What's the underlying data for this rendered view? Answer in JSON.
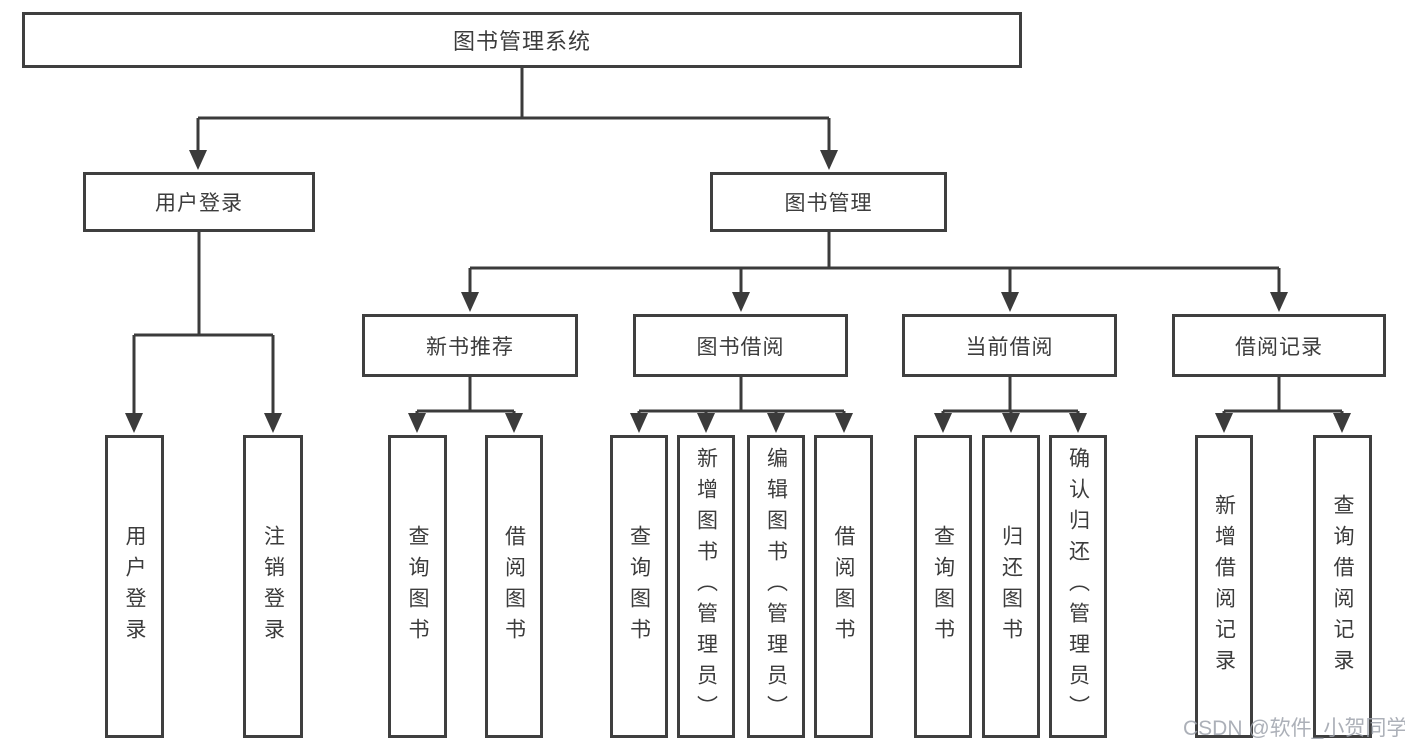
{
  "hierarchy": {
    "label": "图书管理系统",
    "children": [
      {
        "label": "用户登录",
        "children": [
          {
            "label": "用户登录"
          },
          {
            "label": "注销登录"
          }
        ]
      },
      {
        "label": "图书管理",
        "children": [
          {
            "label": "新书推荐",
            "children": [
              {
                "label": "查询图书"
              },
              {
                "label": "借阅图书"
              }
            ]
          },
          {
            "label": "图书借阅",
            "children": [
              {
                "label": "查询图书"
              },
              {
                "label": "新增图书（管理员）"
              },
              {
                "label": "编辑图书（管理员）"
              },
              {
                "label": "借阅图书"
              }
            ]
          },
          {
            "label": "当前借阅",
            "children": [
              {
                "label": "查询图书"
              },
              {
                "label": "归还图书"
              },
              {
                "label": "确认归还（管理员）"
              }
            ]
          },
          {
            "label": "借阅记录",
            "children": [
              {
                "label": "新增借阅记录"
              },
              {
                "label": "查询借阅记录"
              }
            ]
          }
        ]
      }
    ]
  },
  "watermark": {
    "text": "CSDN @软件_小贺同学"
  },
  "colors": {
    "line": "#3b3b3b",
    "border": "#3f3f3f",
    "text": "#3c3c3c",
    "watermark": "#9ea2ac",
    "background": "#ffffff"
  }
}
